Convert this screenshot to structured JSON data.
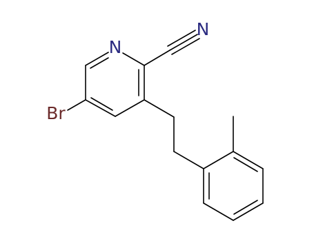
{
  "molecule": {
    "atoms": {
      "N": {
        "label": "N",
        "color": "#2a2a80"
      },
      "N_nitrile": {
        "label": "N",
        "color": "#2a2a80"
      },
      "Br": {
        "label": "Br",
        "color": "#6b2a2a"
      }
    },
    "bond_color": "#000000"
  }
}
